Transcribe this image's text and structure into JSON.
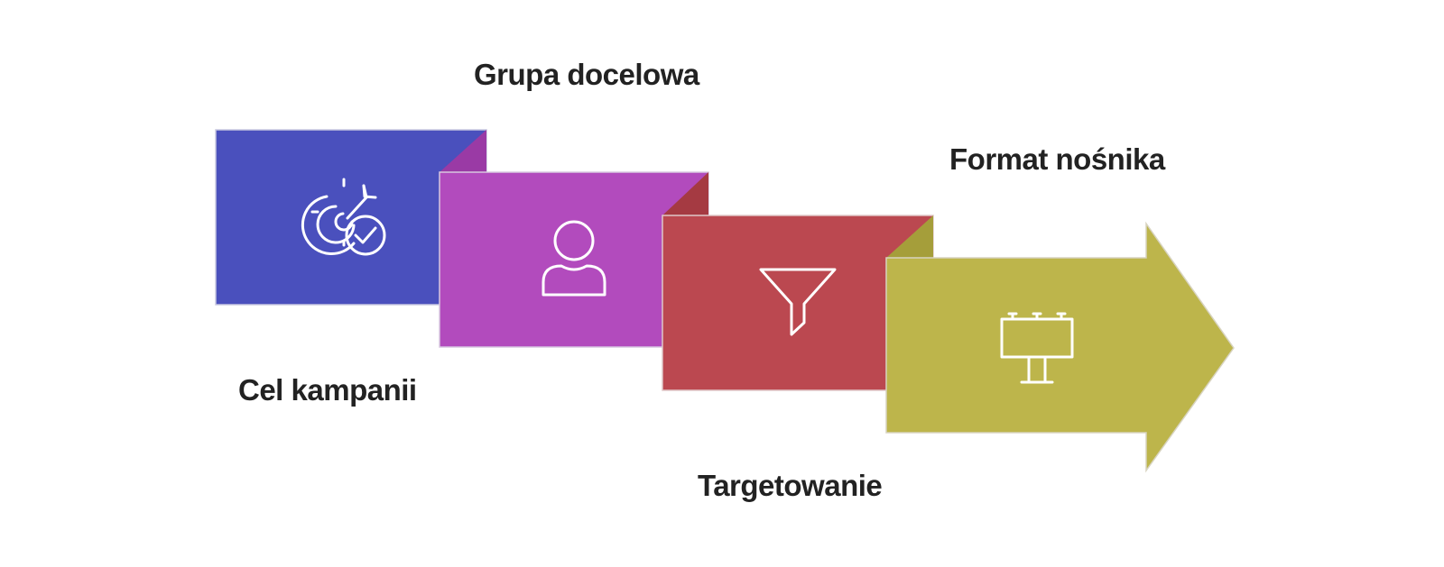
{
  "steps": [
    {
      "label": "Cel kampanii",
      "icon": "target-check-icon",
      "color": "#4a50bd",
      "fold_color": "#3b40a0"
    },
    {
      "label": "Grupa docelowa",
      "icon": "user-icon",
      "color": "#b24bbd",
      "fold_color": "#9a3aa5"
    },
    {
      "label": "Targetowanie",
      "icon": "funnel-icon",
      "color": "#bb4850",
      "fold_color": "#a53a42"
    },
    {
      "label": "Format nośnika",
      "icon": "billboard-icon",
      "color": "#bdb54b",
      "fold_color": "#a59e3a"
    }
  ]
}
